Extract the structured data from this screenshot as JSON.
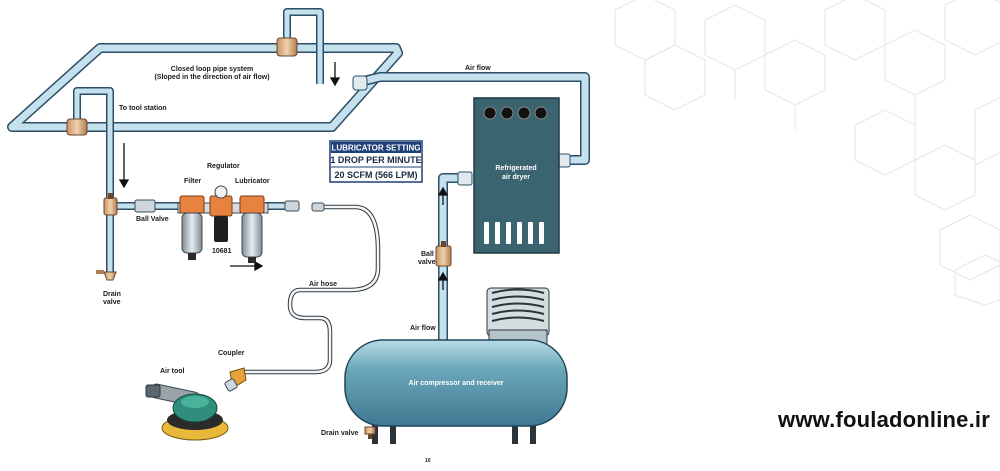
{
  "labels": {
    "closed_loop_line1": "Closed loop pipe system",
    "closed_loop_line2": "(Sloped in the direction of air flow)",
    "air_flow_top": "Air flow",
    "to_tool_station": "To tool station",
    "regulator": "Regulator",
    "filter": "Filter",
    "lubricator": "Lubricator",
    "ball_valve_left": "Ball Valve",
    "part_number": "10681",
    "drain_valve_left_line1": "Drain",
    "drain_valve_left_line2": "valve",
    "air_hose": "Air hose",
    "coupler": "Coupler",
    "air_tool": "Air tool",
    "dryer_line1": "Refrigerated",
    "dryer_line2": "air dryer",
    "ball_valve_right_line1": "Ball",
    "ball_valve_right_line2": "valve",
    "air_flow_mid": "Air flow",
    "compressor": "Air compressor and receiver",
    "drain_valve_bottom": "Drain valve",
    "page_number": "10"
  },
  "lubricator_setting": {
    "title": "LUBRICATOR SETTING",
    "line1": "1 DROP PER MINUTE",
    "line2": "20 SCFM (566 LPM)"
  },
  "website": "www.fouladonline.ir",
  "colors": {
    "pipe": "#c6e1ee",
    "pipe_stroke": "#2a4f66",
    "dryer": "#3b6470",
    "tank": "#5f98ad",
    "tool_green": "#2f8f7c",
    "tool_pad": "#e6b93a",
    "orange": "#e8753a",
    "lub_box": "#1f3f78"
  }
}
